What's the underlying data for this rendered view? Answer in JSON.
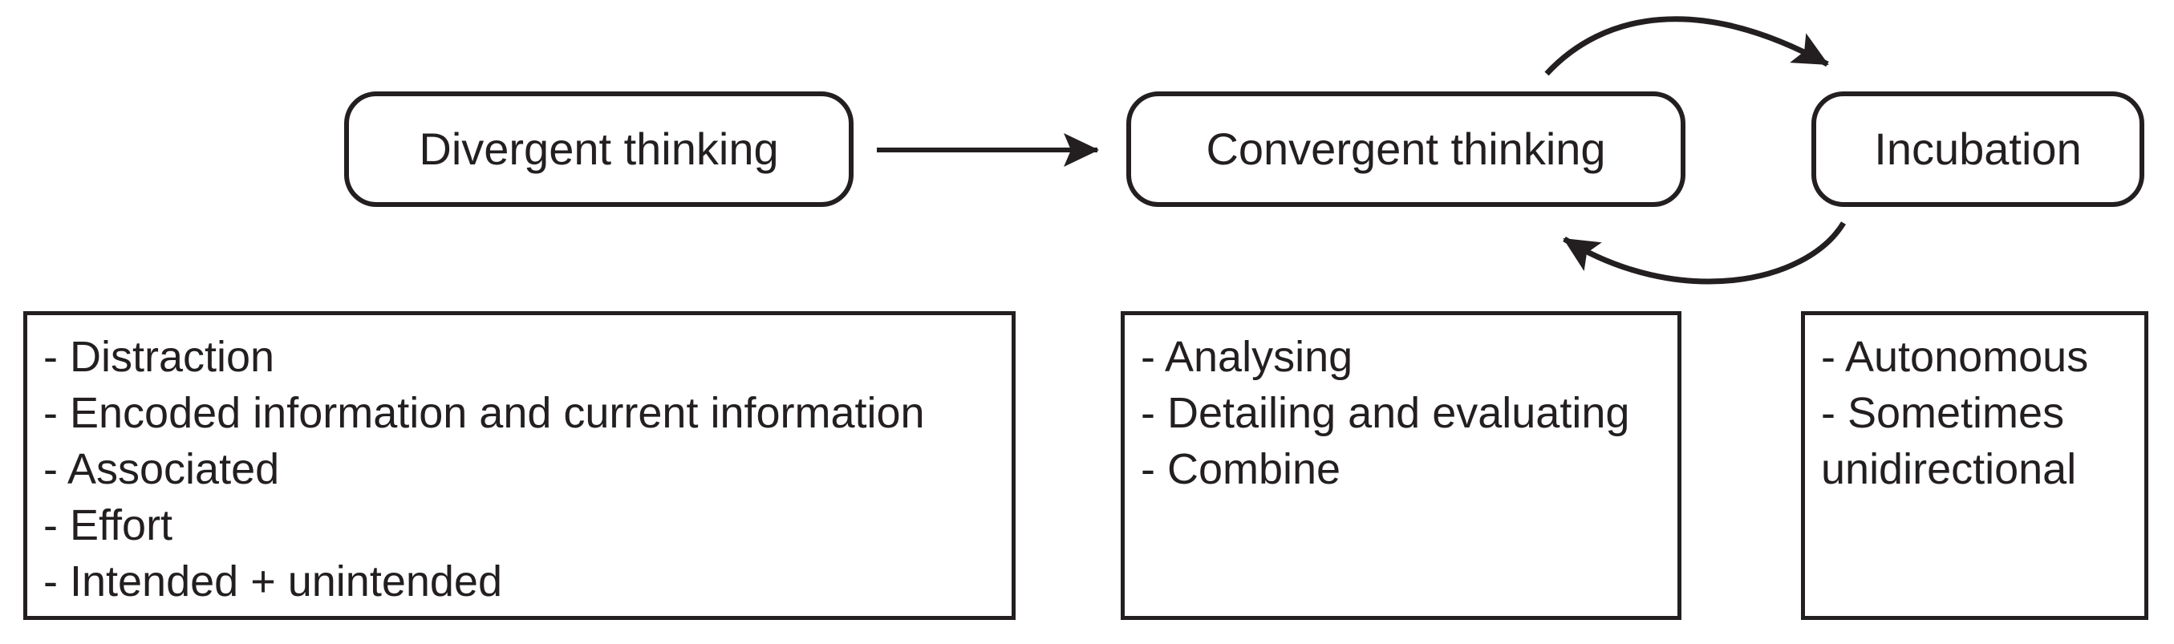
{
  "figure": {
    "type": "flow-diagram",
    "background_color": "#ffffff",
    "ink_color": "#231f20",
    "nodes": [
      {
        "id": "divergent",
        "label": "Divergent thinking"
      },
      {
        "id": "convergent",
        "label": "Convergent thinking"
      },
      {
        "id": "incubation",
        "label": "Incubation"
      }
    ],
    "arrows": [
      {
        "from": "divergent",
        "to": "convergent",
        "style": "straight"
      },
      {
        "from": "convergent",
        "to": "incubation",
        "style": "curved-over-top"
      },
      {
        "from": "incubation",
        "to": "convergent",
        "style": "curved-under-bottom"
      }
    ],
    "detail_boxes": [
      {
        "node": "divergent",
        "items": [
          "- Distraction",
          "- Encoded information and current information",
          "- Associated",
          "- Effort",
          "- Intended + unintended"
        ]
      },
      {
        "node": "convergent",
        "items": [
          "- Analysing",
          "- Detailing and evaluating",
          "- Combine"
        ]
      },
      {
        "node": "incubation",
        "items": [
          "- Autonomous",
          "- Sometimes unidirectional"
        ]
      }
    ]
  }
}
